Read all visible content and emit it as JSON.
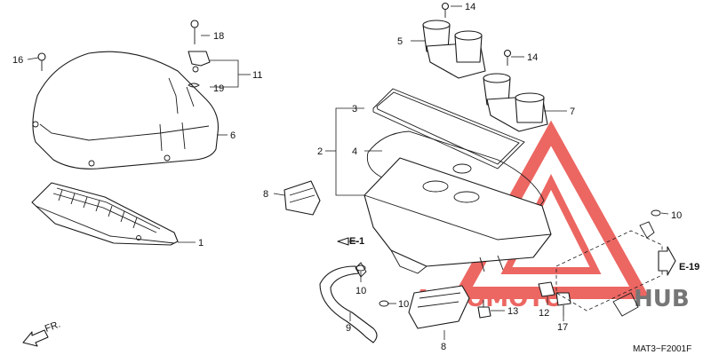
{
  "diagram": {
    "callouts": {
      "c1": "1",
      "c2": "2",
      "c3": "3",
      "c4": "4",
      "c5": "5",
      "c6": "6",
      "c7": "7",
      "c8a": "8",
      "c8b": "8",
      "c9": "9",
      "c10a": "10",
      "c10b": "10",
      "c10c": "10",
      "c11": "11",
      "c12": "12",
      "c13": "13",
      "c14a": "14",
      "c14b": "14",
      "c16": "16",
      "c17": "17",
      "c18": "18",
      "c19": "19"
    },
    "references": {
      "e1": "E-1",
      "e19": "E-19"
    },
    "front_marker": "FR.",
    "drawing_code": "MAT3−F2001F"
  },
  "watermark": {
    "text_left": "AUTOMOTO",
    "text_right": "HUB",
    "color": "#e8413c",
    "color_right": "#555555"
  }
}
